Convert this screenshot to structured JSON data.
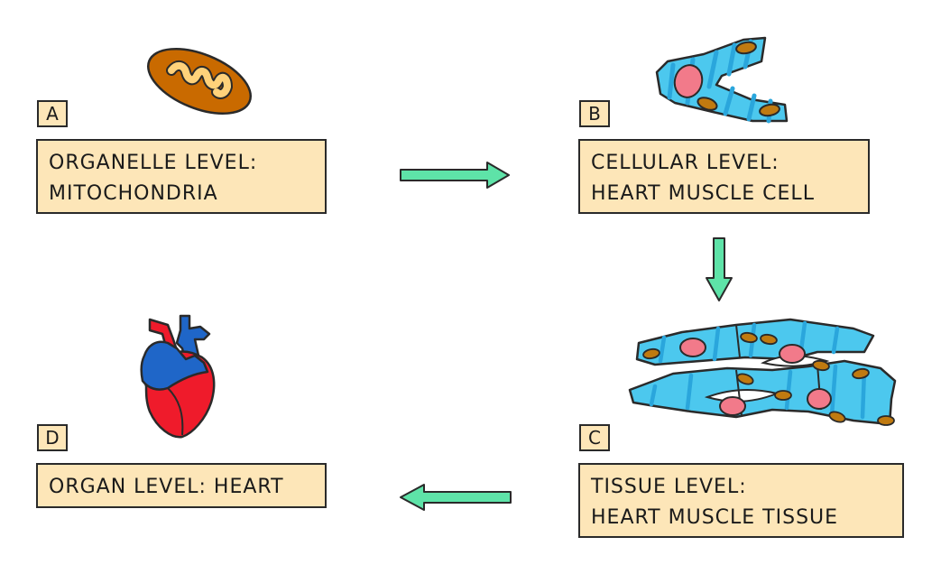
{
  "steps": {
    "a": {
      "letter": "A",
      "line1": "ORGANELLE LEVEL:",
      "line2": "MITOCHONDRIA",
      "icon": "mitochondria-icon"
    },
    "b": {
      "letter": "B",
      "line1": "CELLULAR LEVEL:",
      "line2": "HEART MUSCLE CELL",
      "icon": "heart-muscle-cell-icon"
    },
    "c": {
      "letter": "C",
      "line1": "TISSUE LEVEL:",
      "line2": "HEART MUSCLE TISSUE",
      "icon": "heart-muscle-tissue-icon"
    },
    "d": {
      "letter": "D",
      "line1": "ORGAN LEVEL: HEART",
      "icon": "heart-icon"
    }
  },
  "colors": {
    "label_fill": "#fde6b8",
    "arrow": "#5ee3a8",
    "mito_outer": "#c96a00",
    "mito_inner": "#ffd27a",
    "muscle": "#4cc8ee",
    "muscle_stripe": "#2aa6dc",
    "nucleus": "#f27a8a",
    "organelle_dot": "#c07a10",
    "heart_red": "#ef1b2b",
    "heart_blue": "#1f66c8"
  }
}
